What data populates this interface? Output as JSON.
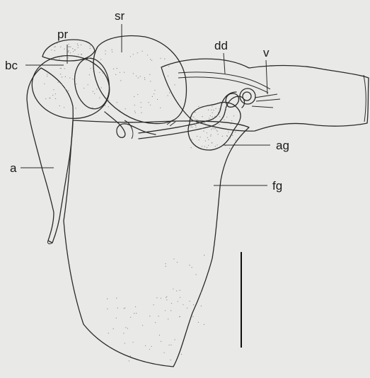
{
  "labels": {
    "pr": "pr",
    "sr": "sr",
    "bc": "bc",
    "dd": "dd",
    "v": "v",
    "a": "a",
    "ag": "ag",
    "fg": "fg"
  },
  "colors": {
    "background": "#e9e9e7",
    "organ_fill": "#e6e6e4",
    "outline": "#2a2a2a",
    "stipple": "#8a8a88"
  },
  "scale_bar": "vertical scale bar, unlabeled"
}
